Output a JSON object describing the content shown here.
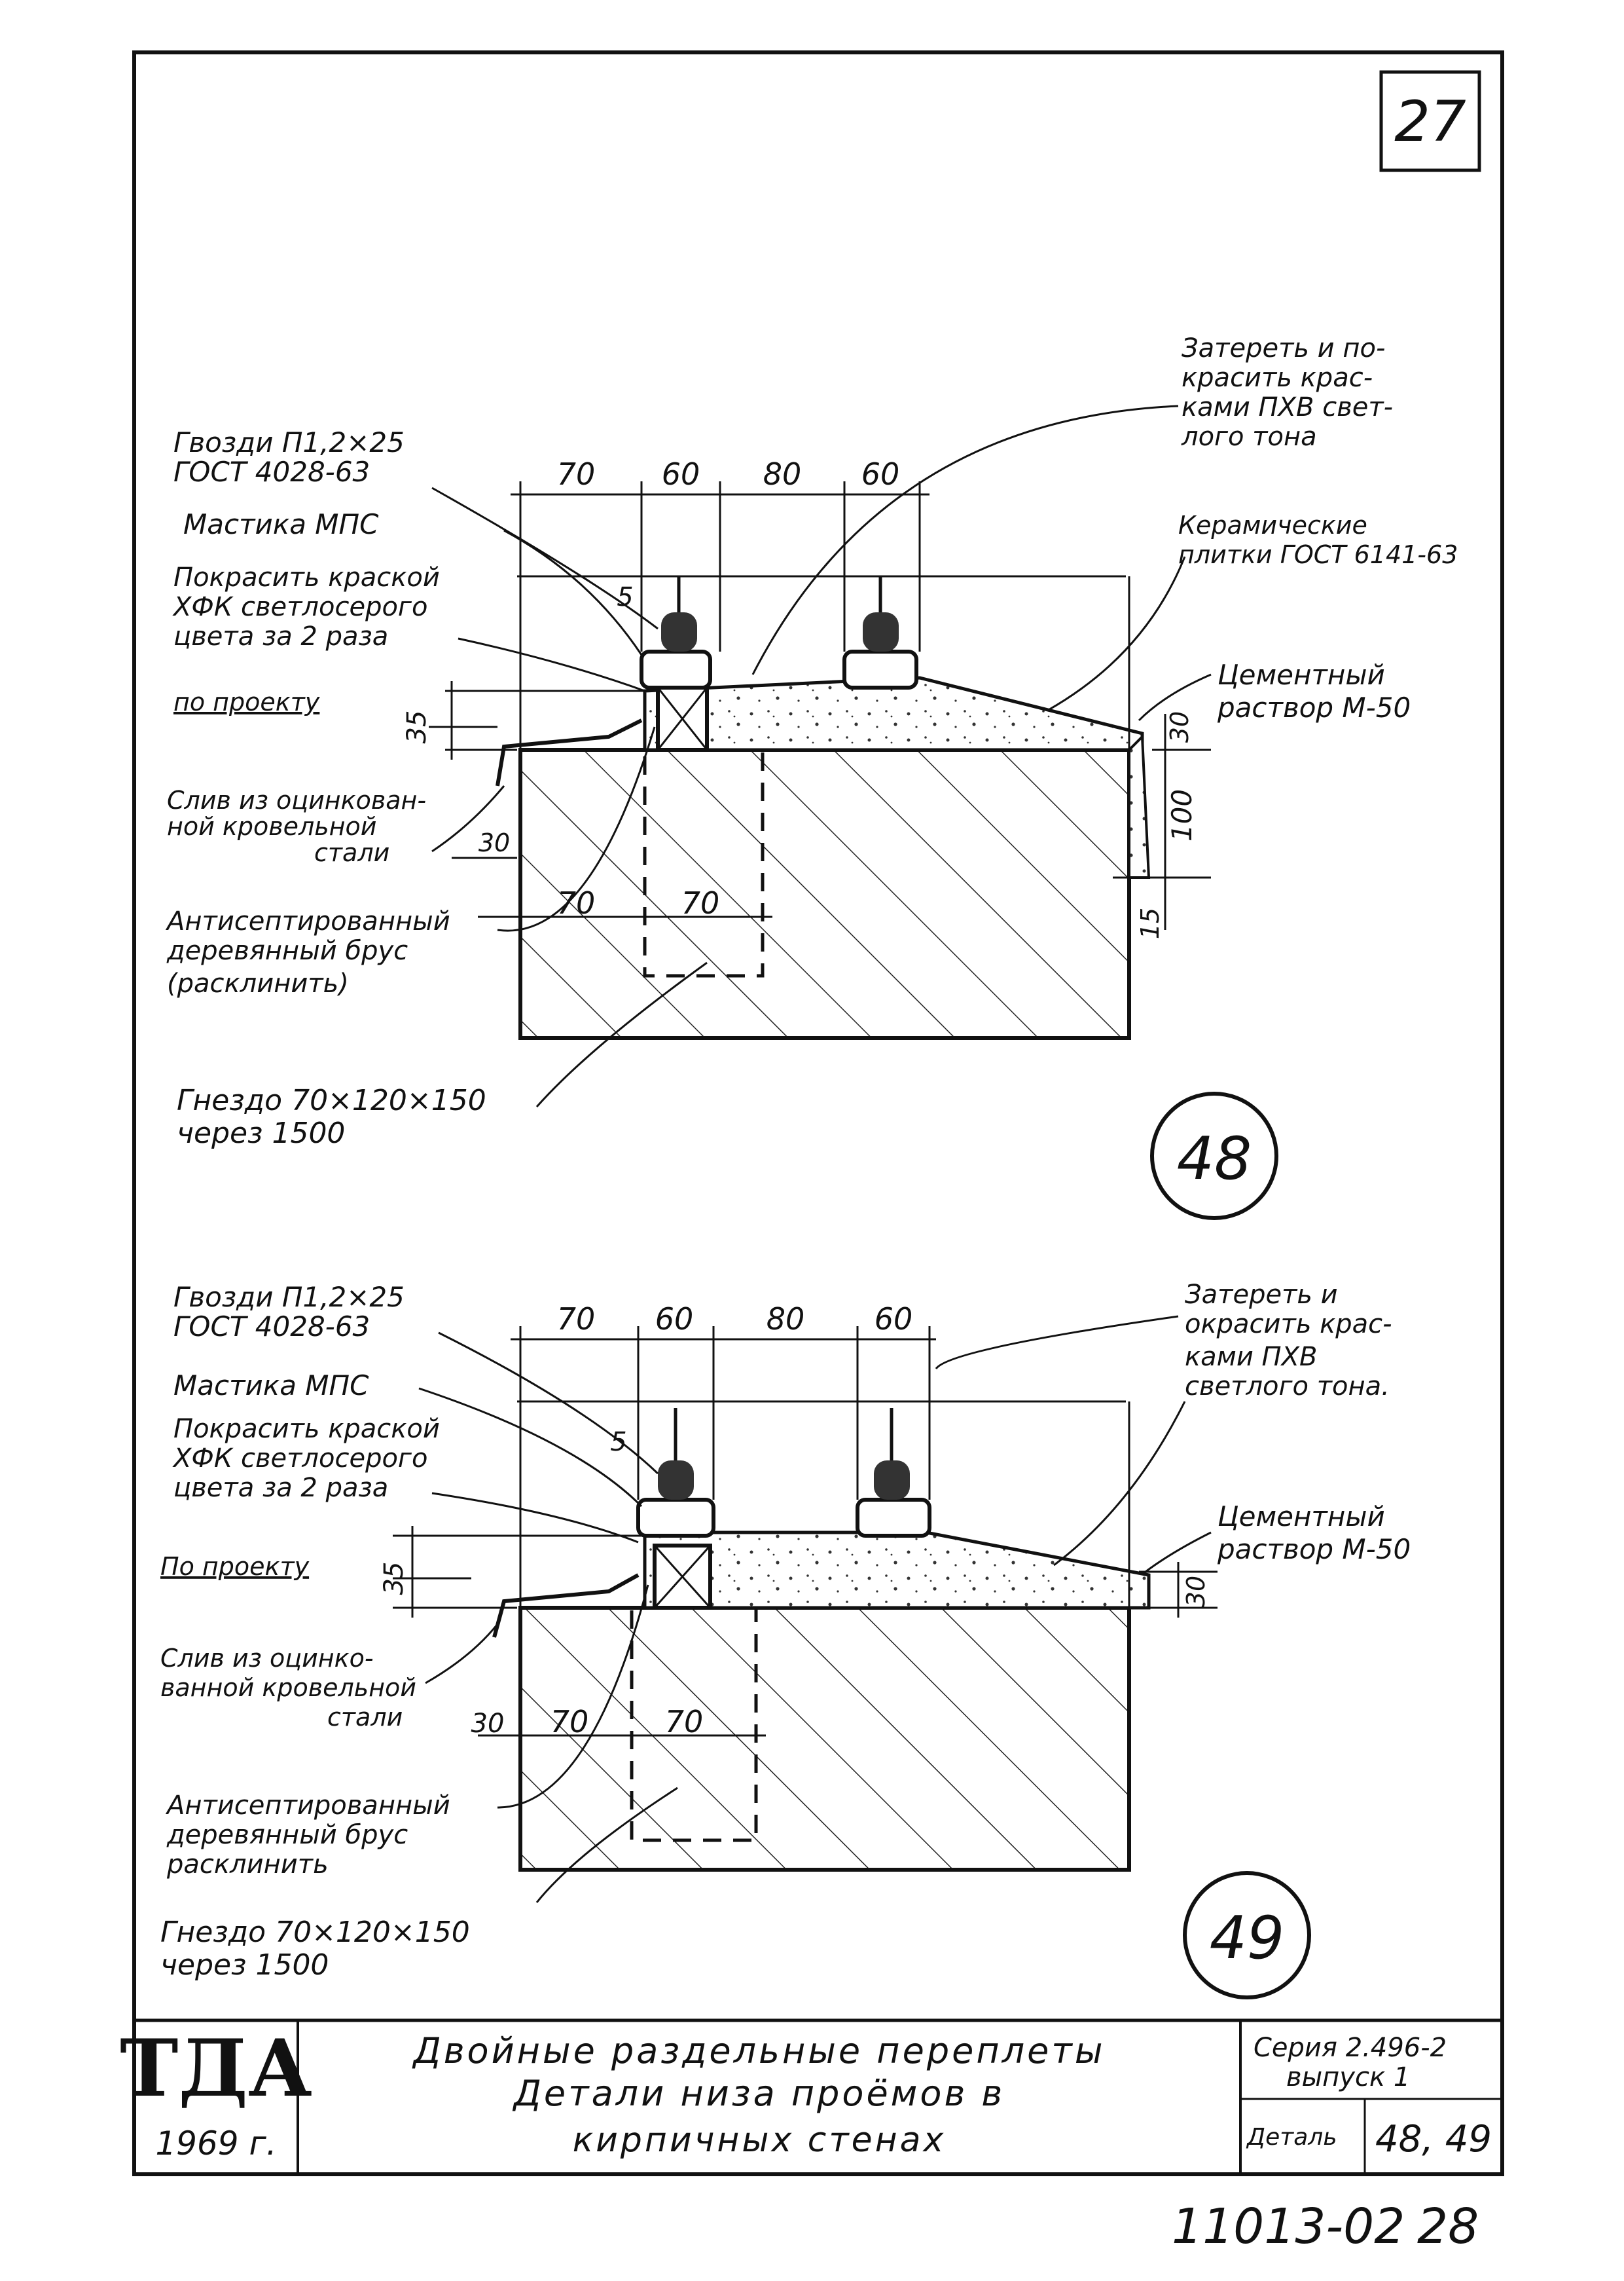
{
  "sheet": {
    "number": "27",
    "bottom_code": "11013-02",
    "bottom_page": "28"
  },
  "detail_48": {
    "number": "48",
    "notes": {
      "nails": [
        "Гвозди П1,2×25",
        "ГОСТ 4028-63"
      ],
      "mastic": "Мастика МПС",
      "paint": [
        "Покрасить краской",
        "ХФК светлосерого",
        "цвета за 2 раза"
      ],
      "per_project": "по проекту",
      "drip": [
        "Слив из оцинкован-",
        "ной кровельной",
        "стали"
      ],
      "beam": [
        "Антисептированный",
        "деревянный брус",
        "(расклинить)"
      ],
      "socket": [
        "Гнездо 70×120×150",
        "через 1500"
      ],
      "rub": [
        "Затереть и по-",
        "красить крас-",
        "ками ПХВ свет-",
        "лого тона"
      ],
      "tiles": [
        "Керамические",
        "плитки ГОСТ 6141-63"
      ],
      "mortar": [
        "Цементный",
        "раствор М-50"
      ]
    },
    "dims": {
      "top": [
        "70",
        "60",
        "80",
        "60"
      ],
      "five": "5",
      "h35": "35",
      "h30": "30",
      "h100": "100",
      "w30": "30",
      "b70a": "70",
      "b70b": "70",
      "w15": "15"
    }
  },
  "detail_49": {
    "number": "49",
    "notes": {
      "nails": [
        "Гвозди П1,2×25",
        "ГОСТ 4028-63"
      ],
      "mastic": "Мастика МПС",
      "paint": [
        "Покрасить краской",
        "ХФК светлосерого",
        "цвета за 2 раза"
      ],
      "per_project": "По проекту",
      "drip": [
        "Слив из оцинко-",
        "ванной кровельной",
        "стали"
      ],
      "beam": [
        "Антисептированный",
        "деревянный брус",
        "расклинить"
      ],
      "socket": [
        "Гнездо 70×120×150",
        "через 1500"
      ],
      "rub": [
        "Затереть и",
        "окрасить крас-",
        "ками ПХВ",
        "светлого тона."
      ],
      "mortar": [
        "Цементный",
        "раствор М-50"
      ]
    },
    "dims": {
      "top": [
        "70",
        "60",
        "80",
        "60"
      ],
      "five": "5",
      "h35": "35",
      "h30": "30",
      "w30": "30",
      "b70a": "70",
      "b70b": "70"
    }
  },
  "title_block": {
    "logo": "ТДА",
    "year": "1969 г.",
    "title": [
      "Двойные раздельные переплеты",
      "Детали низа проёмов в",
      "кирпичных стенах"
    ],
    "series_label": "Серия 2.496-2",
    "issue_label": "выпуск 1",
    "detail_label": "Деталь",
    "detail_value": "48, 49"
  }
}
